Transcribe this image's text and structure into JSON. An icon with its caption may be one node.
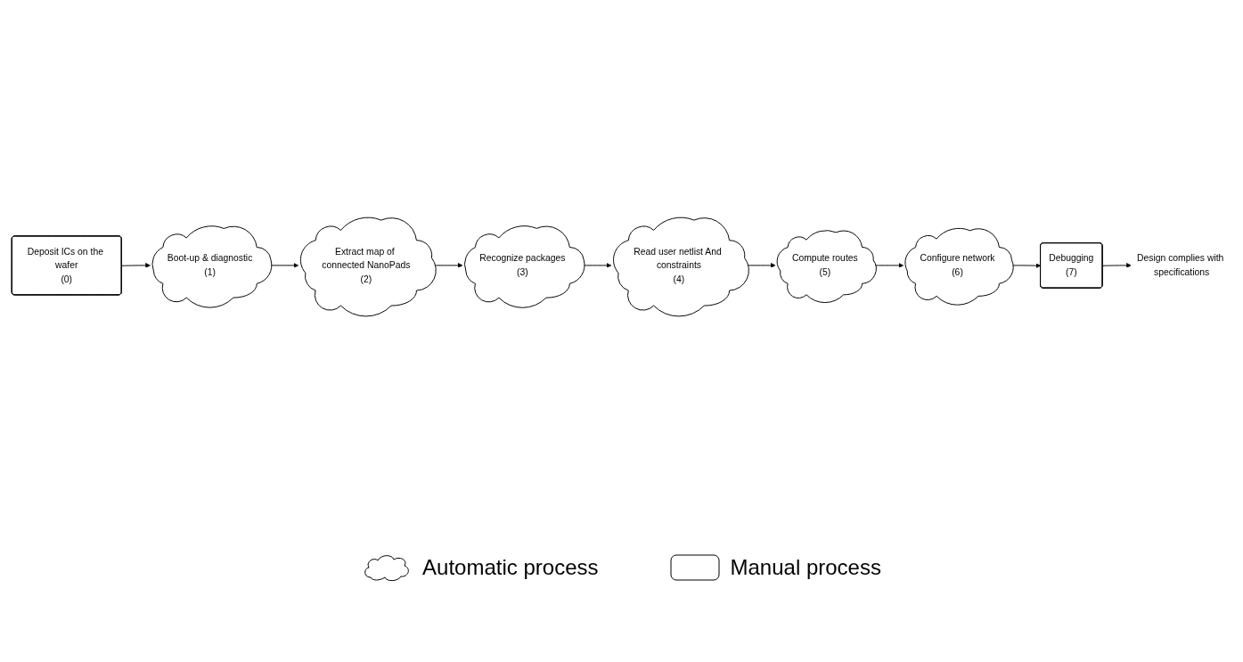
{
  "diagram": {
    "nodes": [
      {
        "text": [
          "Deposit ICs on the wafer",
          "(0)"
        ]
      },
      {
        "text": [
          "Boot-up & diagnostic",
          "(1)"
        ]
      },
      {
        "text": [
          "Extract map of connected NanoPads",
          "(2)"
        ]
      },
      {
        "text": [
          "Recognize packages",
          "(3)"
        ]
      },
      {
        "text": [
          "Read user netlist And constraints",
          "(4)"
        ]
      },
      {
        "text": [
          "Compute routes",
          "(5)"
        ]
      },
      {
        "text": [
          "Configure network",
          "(6)"
        ]
      },
      {
        "text": [
          "Debugging",
          "(7)"
        ]
      },
      {
        "text": [
          "Design complies with specifications"
        ]
      }
    ],
    "edges": [
      {
        "from": 0,
        "to": 1,
        "arrow": "to"
      },
      {
        "from": 1,
        "to": 2,
        "arrow": "to"
      },
      {
        "from": 2,
        "to": 3,
        "arrow": "to"
      },
      {
        "from": 3,
        "to": 4,
        "arrow": "to"
      },
      {
        "from": 4,
        "to": 5,
        "arrow": "to"
      },
      {
        "from": 5,
        "to": 6,
        "arrow": "to"
      },
      {
        "from": 6,
        "to": 7,
        "arrow": "to"
      },
      {
        "from": 7,
        "to": 8,
        "arrow": "to"
      }
    ],
    "legend": [
      {
        "text": "Automatic process"
      },
      {
        "text": "Manual process"
      }
    ]
  }
}
